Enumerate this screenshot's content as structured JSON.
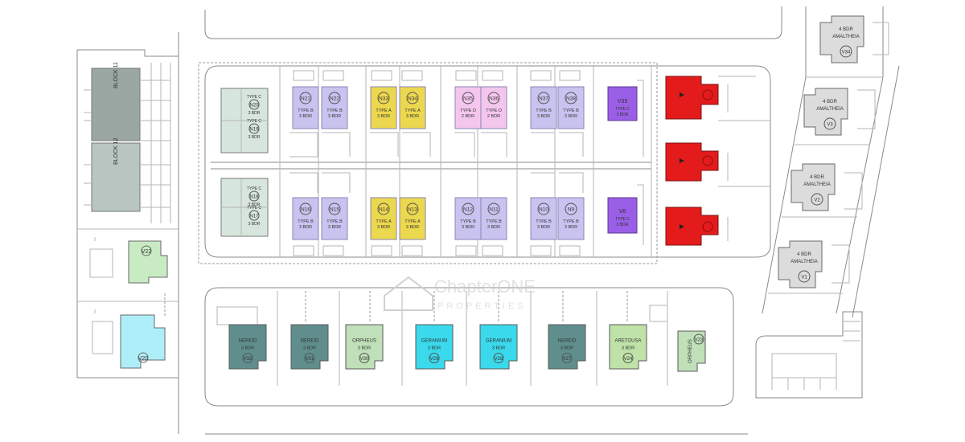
{
  "colors": {
    "typeB": "#c9c3ef",
    "typeA": "#ecd84e",
    "typeD": "#f4c6ee",
    "typeC_violet": "#9a5fe6",
    "red": "#e41b1b",
    "nereid": "#5f8e8d",
    "orpheus": "#bfe0b8",
    "geranium": "#3ad9ec",
    "arethousa": "#bfe2a8",
    "amaltheia": "#dcdcdc",
    "block": "#9aa7a2",
    "block_light": "#b9c5c0",
    "v22": "#c8ebc4",
    "v20": "#aeeef9",
    "typeC_light": "#d6e6dc"
  },
  "blocks": [
    {
      "label": "BLOCK 11"
    },
    {
      "label": "BLOCK 12"
    }
  ],
  "top_units": [
    {
      "code": "N21",
      "type": "TYPE B",
      "bdr": "3 BDR",
      "color": "typeB"
    },
    {
      "code": "N22",
      "type": "TYPE B",
      "bdr": "3 BDR",
      "color": "typeB"
    },
    {
      "code": "N33",
      "type": "TYPE A",
      "bdr": "3 BDR",
      "color": "typeA"
    },
    {
      "code": "N34",
      "type": "TYPE A",
      "bdr": "3 BDR",
      "color": "typeA"
    },
    {
      "code": "N35",
      "type": "TYPE D",
      "bdr": "2 BDR",
      "color": "typeD"
    },
    {
      "code": "N36",
      "type": "TYPE D",
      "bdr": "2 BDR",
      "color": "typeD"
    },
    {
      "code": "N37",
      "type": "TYPE B",
      "bdr": "3 BDR",
      "color": "typeB"
    },
    {
      "code": "N38",
      "type": "TYPE B",
      "bdr": "3 BDR",
      "color": "typeB"
    }
  ],
  "bottom_units": [
    {
      "code": "N16",
      "type": "TYPE B",
      "bdr": "3 BDR",
      "color": "typeB"
    },
    {
      "code": "N15",
      "type": "TYPE B",
      "bdr": "3 BDR",
      "color": "typeB"
    },
    {
      "code": "N14",
      "type": "TYPE A",
      "bdr": "3 BDR",
      "color": "typeA"
    },
    {
      "code": "N13",
      "type": "TYPE A",
      "bdr": "3 BDR",
      "color": "typeA"
    },
    {
      "code": "N12",
      "type": "TYPE B",
      "bdr": "3 BDR",
      "color": "typeB"
    },
    {
      "code": "N11",
      "type": "TYPE B",
      "bdr": "3 BDR",
      "color": "typeB"
    },
    {
      "code": "N10",
      "type": "TYPE B",
      "bdr": "3 BDR",
      "color": "typeB"
    },
    {
      "code": "N9",
      "type": "TYPE B",
      "bdr": "3 BDR",
      "color": "typeB"
    }
  ],
  "type_c_units": [
    {
      "code": "N20",
      "type": "TYPE C",
      "bdr": "3 BDR"
    },
    {
      "code": "N19",
      "type": "TYPE C",
      "bdr": "3 BDR"
    },
    {
      "code": "N18",
      "type": "TYPE C",
      "bdr": "3 BDR"
    },
    {
      "code": "N17",
      "type": "TYPE C",
      "bdr": "3 BDR"
    }
  ],
  "violet_units": [
    {
      "code": "V39",
      "type": "TYPE C",
      "bdr": "3 BDR"
    },
    {
      "code": "V8",
      "type": "TYPE C",
      "bdr": "3 BDR"
    }
  ],
  "villas_bottom": [
    {
      "name": "NEREID",
      "bdr": "3 BDR",
      "code": "V32",
      "color": "nereid"
    },
    {
      "name": "NEREID",
      "bdr": "3 BDR",
      "code": "V31",
      "color": "nereid"
    },
    {
      "name": "ORPHEUS",
      "bdr": "3 BDR",
      "code": "V30",
      "color": "orpheus"
    },
    {
      "name": "GERANIUM",
      "bdr": "3 BDR",
      "code": "V29",
      "color": "geranium"
    },
    {
      "name": "GERANIUM",
      "bdr": "3 BDR",
      "code": "V28",
      "color": "geranium"
    },
    {
      "name": "NEREID",
      "bdr": "3 BDR",
      "code": "V27",
      "color": "nereid"
    },
    {
      "name": "ARETOUSA",
      "bdr": "3 BDR",
      "code": "V24",
      "color": "arethousa"
    },
    {
      "name": "ORPHEUS",
      "bdr": "",
      "code": "V23",
      "color": "orpheus"
    }
  ],
  "amaltheia": [
    {
      "bdr": "4 BDR",
      "name": "AMALTHEIA",
      "code": "V34"
    },
    {
      "bdr": "4 BDR",
      "name": "AMALTHEIA",
      "code": "V3"
    },
    {
      "bdr": "4 BDR",
      "name": "AMALTHEIA",
      "code": "V2"
    },
    {
      "bdr": "4 BDR",
      "name": "AMALTHEIA",
      "code": "V1"
    }
  ],
  "left_villas": [
    {
      "code": "V22",
      "color": "v22"
    },
    {
      "code": "V20",
      "color": "v20"
    }
  ],
  "watermark": {
    "line1": "ChapterONE",
    "line2": "PROPERTIES"
  }
}
